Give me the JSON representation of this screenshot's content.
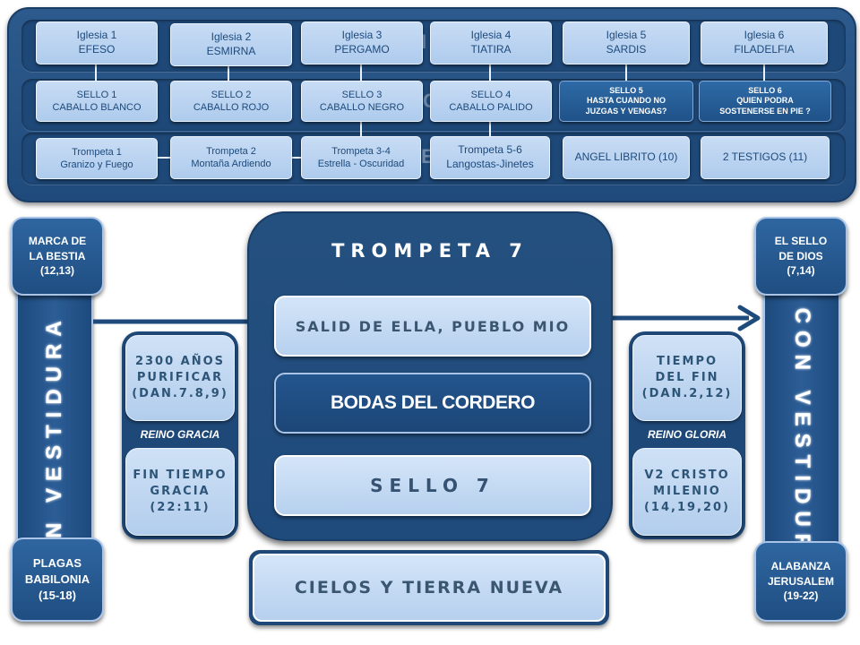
{
  "colors": {
    "navy": "#1f4a7c",
    "light_box": "#c8dcf4",
    "dark_box": "#2e6aa6",
    "text_dark": "#1d4a7c",
    "white": "#ffffff"
  },
  "top": {
    "churches": [
      {
        "line1": "Iglesia 1",
        "line2": "EFESO"
      },
      {
        "line1": "Iglesia 2",
        "line2": "ESMIRNA"
      },
      {
        "line1": "Iglesia 3",
        "line2": "PERGAMO"
      },
      {
        "line1": "Iglesia 4",
        "line2": "TIATIRA"
      },
      {
        "line1": "Iglesia 5",
        "line2": "SARDIS"
      },
      {
        "line1": "Iglesia 6",
        "line2": "FILADELFIA"
      }
    ],
    "seals": [
      {
        "line1": "SELLO 1",
        "line2": "CABALLO BLANCO"
      },
      {
        "line1": "SELLO 2",
        "line2": "CABALLO ROJO"
      },
      {
        "line1": "SELLO 3",
        "line2": "CABALLO NEGRO"
      },
      {
        "line1": "SELLO 4",
        "line2": "CABALLO PALIDO"
      },
      {
        "line1": "SELLO 5",
        "line2": "HASTA CUANDO NO",
        "line3": "JUZGAS Y VENGAS?"
      },
      {
        "line1": "SELLO 6",
        "line2": "QUIEN PODRA",
        "line3": "SOSTENERSE EN PIE ?"
      }
    ],
    "trumpets": [
      {
        "line1": "Trompeta 1",
        "line2": "Granizo  y Fuego"
      },
      {
        "line1": "Trompeta 2",
        "line2": "Montaña  Ardiendo"
      },
      {
        "line1": "Trompeta 3-4",
        "line2": "Estrella - Oscuridad"
      },
      {
        "line1": "Trompeta 5-6",
        "line2": "Langostas-Jinetes"
      },
      {
        "line1": "ANGEL LIBRITO (10)"
      },
      {
        "line1": "2 TESTIGOS (11)"
      }
    ],
    "strip_letters": [
      "I",
      "C",
      "E"
    ]
  },
  "left": {
    "top_cap": [
      "MARCA DE",
      "LA BESTIA",
      "(12,13)"
    ],
    "pillar": "SIN VESTIDURA",
    "bottom_cap": [
      "PLAGAS",
      "BABILONIA",
      "(15-18)"
    ]
  },
  "right": {
    "top_cap": [
      "EL SELLO",
      "DE DIOS",
      "(7,14)"
    ],
    "pillar": "CON VESTIDURA",
    "bottom_cap": [
      "ALABANZA",
      "JERUSALEM",
      "(19-22)"
    ]
  },
  "reign_left": {
    "top": [
      "2300 AÑOS",
      "PURIFICAR",
      "(DAN.7.8,9)"
    ],
    "label": "REINO GRACIA",
    "bottom": [
      "FIN TIEMPO",
      "GRACIA",
      "(22:11)"
    ]
  },
  "reign_right": {
    "top": [
      "TIEMPO",
      "DEL FIN",
      "(DAN.2,12)"
    ],
    "label": "REINO GLORIA",
    "bottom": [
      "V2 CRISTO",
      "MILENIO",
      "(14,19,20)"
    ]
  },
  "center": {
    "title": "TROMPETA 7",
    "box1": "SALID DE ELLA, PUEBLO MIO",
    "box2": "BODAS DEL CORDERO",
    "box3": "SELLO 7"
  },
  "bottom": {
    "label": "CIELOS Y TIERRA NUEVA"
  }
}
